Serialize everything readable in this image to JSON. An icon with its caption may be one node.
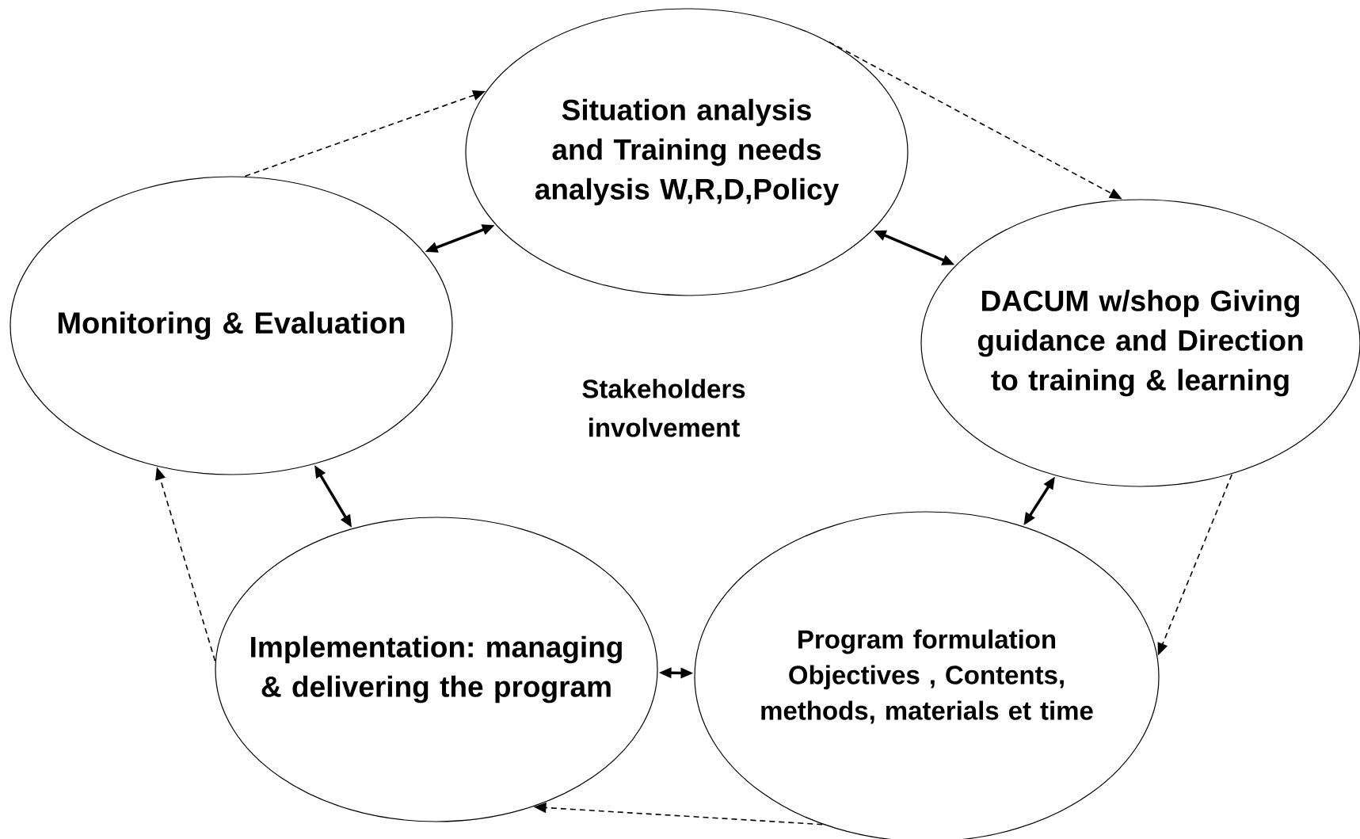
{
  "diagram": {
    "nodes": [
      {
        "text": [
          "Situation analysis and Training needs analysis W,R,D,Policy"
        ]
      },
      {
        "text": [
          "DACUM w/shop Giving guidance and Direction to training & learning"
        ]
      },
      {
        "text": [
          "Program formulation Objectives , Contents, methods, materials et time"
        ]
      },
      {
        "text": [
          "Implementation: managing & delivering the program"
        ]
      },
      {
        "text": [
          "Monitoring & Evaluation"
        ]
      }
    ],
    "edges": [
      {
        "from": 4,
        "to": 0,
        "arrow": "to",
        "style": "dashed"
      },
      {
        "from": 0,
        "to": 1,
        "arrow": "to",
        "style": "dashed"
      },
      {
        "from": 1,
        "to": 2,
        "arrow": "to",
        "style": "dashed"
      },
      {
        "from": 2,
        "to": 3,
        "arrow": "to",
        "style": "dashed"
      },
      {
        "from": 3,
        "to": 4,
        "arrow": "to",
        "style": "dashed"
      },
      {
        "from": 4,
        "to": 0,
        "arrow": "both"
      },
      {
        "from": 0,
        "to": 1,
        "arrow": "both"
      },
      {
        "from": 1,
        "to": 2,
        "arrow": "both"
      },
      {
        "from": 2,
        "to": 3,
        "arrow": "both"
      },
      {
        "from": 3,
        "to": 4,
        "arrow": "both"
      }
    ],
    "labels": [
      "Stakeholders involvement"
    ]
  }
}
